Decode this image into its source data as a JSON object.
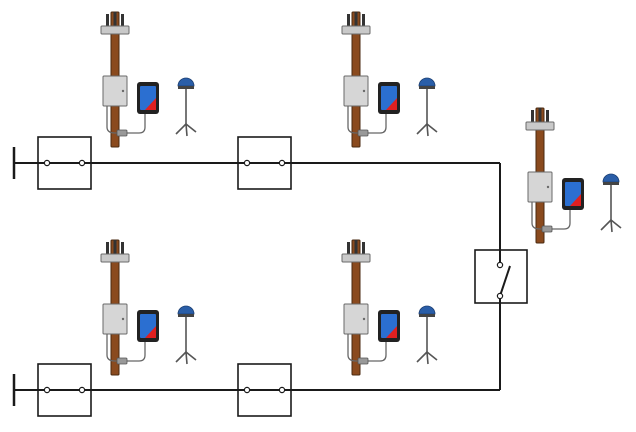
{
  "diagram": {
    "colors": {
      "line": "#1a1a1a",
      "pole": "#8a4a1e",
      "pole_edge": "#4a2a10",
      "cabinet": "#d6d6d6",
      "cabinet_edge": "#6a6a6a",
      "crossarm": "#c9c9c9",
      "insulator": "#333333",
      "terminal_body": "#1f4f8f",
      "terminal_screen": "#2b6fd1",
      "terminal_accent": "#e02020",
      "terminal_frame": "#222222",
      "antenna_dome": "#2a5ea8",
      "antenna_stand": "#555555"
    },
    "stations": [
      {
        "id": "station-top-left"
      },
      {
        "id": "station-top-middle"
      },
      {
        "id": "station-right"
      },
      {
        "id": "station-bottom-left"
      },
      {
        "id": "station-bottom-middle"
      }
    ],
    "switch_boxes": [
      {
        "id": "switch-top-left",
        "state": "closed"
      },
      {
        "id": "switch-top-middle",
        "state": "closed"
      },
      {
        "id": "switch-bottom-left",
        "state": "closed"
      },
      {
        "id": "switch-bottom-middle",
        "state": "closed"
      },
      {
        "id": "tie-switch",
        "state": "open"
      }
    ]
  }
}
